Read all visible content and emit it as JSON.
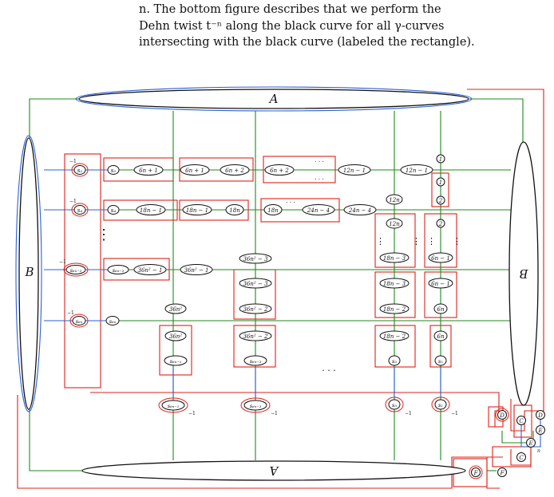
{
  "caption": {
    "line1": "n.  The bottom figure describes that we perform the",
    "line2": "Dehn twist t⁻ⁿ along the black curve for all γ-curves",
    "line3": "intersecting with the black curve (labeled the rectangle)."
  },
  "labels": {
    "A_top": "A",
    "A_bottom": "A",
    "B_left": "B",
    "B_right": "B",
    "vdots": "⋮",
    "hdots": "· · ·",
    "minus_one": "−1",
    "row1": {
      "s": "s₂",
      "a": "6n + 1",
      "b": "6n + 1",
      "c": "6n + 2",
      "d": "6n + 2",
      "e": "12n − 1",
      "f": "12n − 1"
    },
    "row2": {
      "s": "s₄",
      "a": "18n − 1",
      "b": "18n − 1",
      "c": "18n",
      "d": "18n",
      "e": "24n − 4",
      "f": "24n − 4"
    },
    "row3": {
      "s": "s₆ₙ₋₂",
      "a": "36n² − 1",
      "b": "36n² − 1"
    },
    "row4": {
      "s": "s₆ₙ"
    },
    "col": {
      "c36n2_top": "36n²",
      "c36n2_box": "36n²",
      "s6nm1": "s₆ₙ₋₁",
      "c36n2m3_top": "36n² − 3",
      "c36n2m3_box": "36n² − 3",
      "c36n2m2_a": "36n² − 2",
      "c36n2m2_b": "36n² − 2",
      "s6nm3": "s₆ₙ₋₃",
      "c12n_a": "12n",
      "c12n_b": "12n",
      "c18nm3_a": "18n − 3",
      "c18nm3_b": "18n − 3",
      "c18nm2_a": "18n − 2",
      "c18nm2_b": "18n − 2",
      "s3": "s₃",
      "s1": "s₁",
      "one_a": "1",
      "one_b": "1",
      "two_a": "2",
      "two_b": "2",
      "c6nm1_a": "6n − 1",
      "c6nm1_b": "6n − 1",
      "c6n_a": "6n",
      "c6n_b": "6n"
    },
    "bottom": {
      "C1": "C",
      "C2": "C",
      "D1": "D",
      "D2": "D",
      "E1": "E",
      "E2": "E",
      "F1": "F",
      "F2": "F",
      "n": "n"
    }
  },
  "colors": {
    "red": "#e0201a",
    "green": "#1d8a1d",
    "blue": "#2a60d8",
    "black": "#111111"
  }
}
